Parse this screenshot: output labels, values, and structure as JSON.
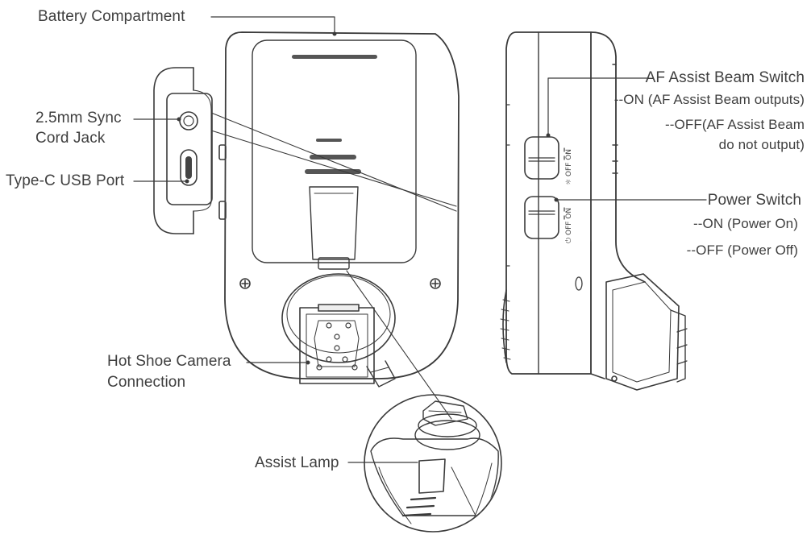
{
  "labels": {
    "battery": "Battery Compartment",
    "sync_line1": "2.5mm Sync",
    "sync_line2": "Cord Jack",
    "usb": "Type-C USB Port",
    "hotshoe_line1": "Hot Shoe Camera",
    "hotshoe_line2": "Connection",
    "assist": "Assist Lamp",
    "af_title": "AF Assist Beam Switch",
    "af_on": "--ON (AF Assist Beam outputs)",
    "af_off_line1": "--OFF(AF Assist Beam",
    "af_off_line2": "do not output)",
    "power_title": "Power Switch",
    "power_on": "--ON (Power On)",
    "power_off": "--OFF (Power Off)"
  },
  "switch_marks": {
    "af": "☼ OFF ON",
    "power": "⏻ OFF ON"
  },
  "colors": {
    "line": "#3a3a3a",
    "text": "#3f3f3f",
    "background": "#ffffff"
  }
}
